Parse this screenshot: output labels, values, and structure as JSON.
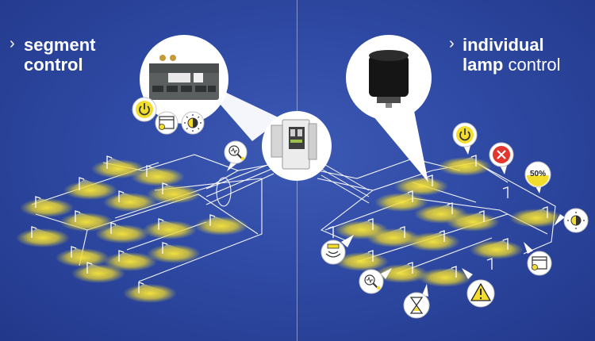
{
  "left_panel": {
    "chevron": "›",
    "title_line1": "segment",
    "title_line2": "control"
  },
  "right_panel": {
    "chevron": "›",
    "title_line1": "individual",
    "title_line2_bold": "lamp",
    "title_line2_light": "control"
  },
  "badges": {
    "dim_percent": "50%"
  },
  "icons": {
    "left": [
      "power-icon",
      "calendar-icon",
      "brightness-icon",
      "sensor-signal-icon"
    ],
    "right": [
      "power-icon",
      "error-icon",
      "dimming-50-icon",
      "brightness-icon",
      "calendar-icon",
      "warning-icon",
      "hourglass-icon",
      "sensor-signal-icon",
      "motion-sensor-icon"
    ]
  },
  "colors": {
    "background": "#2f4aa4",
    "light_pool": "#f3dd2c",
    "badge_fill": "#f3dd2c",
    "error_red": "#e2362f",
    "line_white": "#ffffff"
  }
}
